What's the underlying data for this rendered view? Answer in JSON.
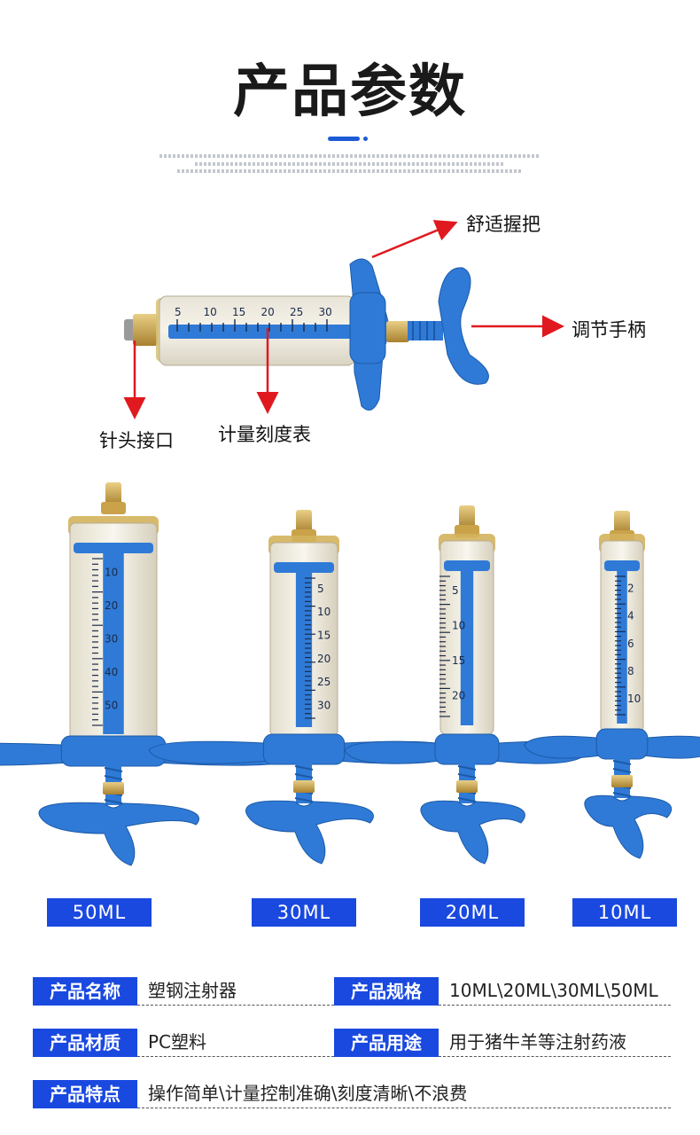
{
  "header": {
    "title": "产品参数"
  },
  "diagram": {
    "callouts": {
      "grip": "舒适握把",
      "handle": "调节手柄",
      "needle": "针头接口",
      "scale": "计量刻度表"
    },
    "top_scale_ticks": [
      "5",
      "10",
      "15",
      "20",
      "25",
      "30"
    ]
  },
  "variants": [
    {
      "label": "50ML",
      "ticks": [
        "10",
        "20",
        "30",
        "40",
        "50"
      ]
    },
    {
      "label": "30ML",
      "ticks": [
        "5",
        "10",
        "15",
        "20",
        "25",
        "30"
      ]
    },
    {
      "label": "20ML",
      "ticks": [
        "5",
        "10",
        "15",
        "20"
      ]
    },
    {
      "label": "10ML",
      "ticks": [
        "2",
        "4",
        "6",
        "8",
        "10"
      ]
    }
  ],
  "specs": {
    "name": {
      "key": "产品名称",
      "value": "塑钢注射器"
    },
    "size": {
      "key": "产品规格",
      "value": "10ML\\20ML\\30ML\\50ML"
    },
    "material": {
      "key": "产品材质",
      "value": "PC塑料"
    },
    "usage": {
      "key": "产品用途",
      "value": "用于猪牛羊等注射药液"
    },
    "features": {
      "key": "产品特点",
      "value": "操作简单\\计量控制准确\\刻度清晰\\不浪费"
    }
  },
  "colors": {
    "accent": "#1a49e0",
    "arrow": "#e0191f",
    "plastic": "#2f7ad6",
    "brass": "#c9a24a"
  }
}
